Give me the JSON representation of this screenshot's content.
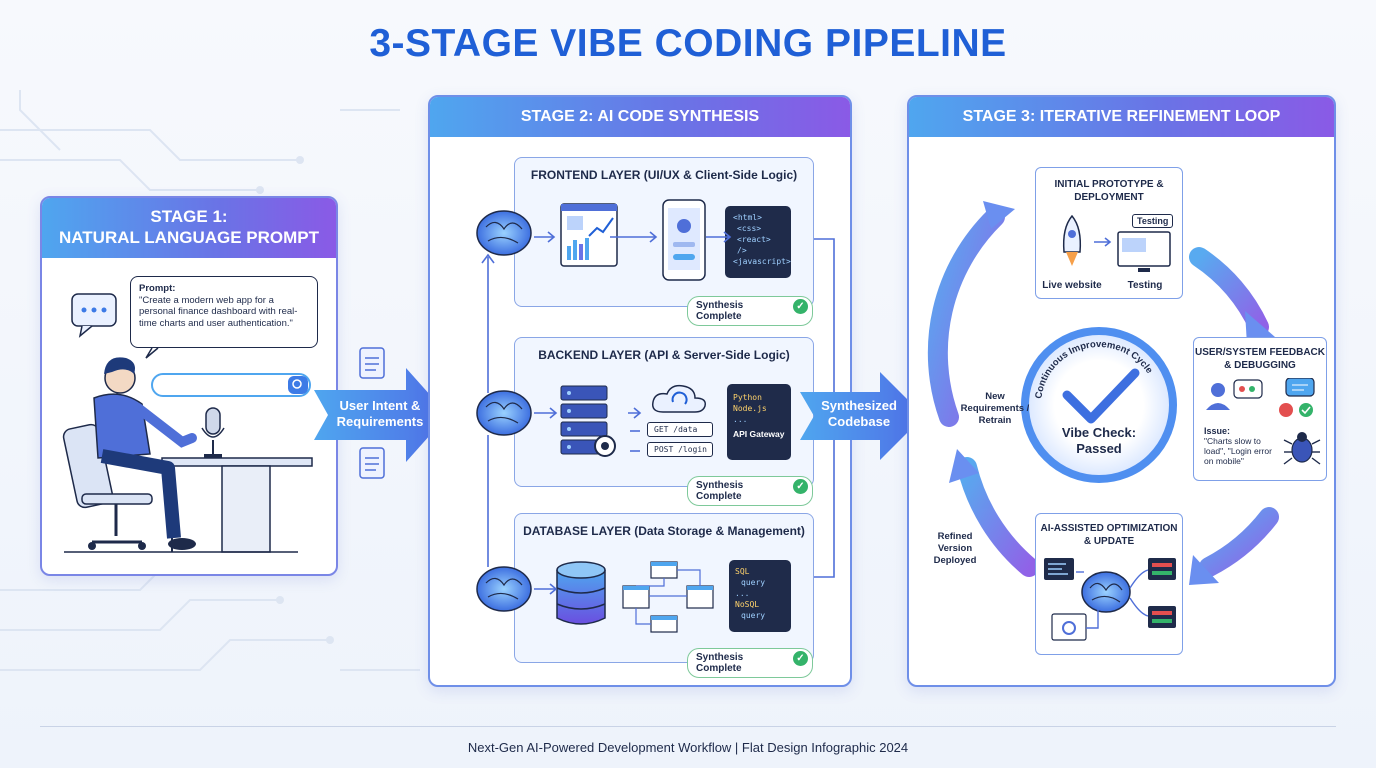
{
  "title": "3-STAGE VIBE CODING PIPELINE",
  "stage1": {
    "heading_line1": "STAGE 1:",
    "heading_line2": "NATURAL LANGUAGE PROMPT",
    "prompt_label": "Prompt:",
    "prompt_text": "\"Create a modern web app for a personal finance dashboard with real-time charts and user authentication.\""
  },
  "arrow1_label": "User Intent & Requirements",
  "stage2": {
    "heading": "STAGE 2: AI CODE SYNTHESIS",
    "frontend": {
      "title": "FRONTEND LAYER (UI/UX & Client-Side Logic)",
      "code": [
        "<html>",
        "<css>",
        "<react>",
        "/>",
        "<javascript>"
      ],
      "badge": "Synthesis Complete"
    },
    "backend": {
      "title": "BACKEND LAYER (API & Server-Side Logic)",
      "endpoints": [
        "GET /data",
        "POST /login"
      ],
      "code": [
        "Python",
        "Node.js",
        "...",
        "API Gateway"
      ],
      "badge": "Synthesis Complete"
    },
    "database": {
      "title": "DATABASE LAYER (Data Storage & Management)",
      "code": [
        "SQL",
        "query",
        "...",
        "NoSQL",
        "query",
        "..."
      ],
      "badge": "Synthesis Complete"
    }
  },
  "arrow2_label": "Synthesized Codebase",
  "stage3": {
    "heading": "STAGE 3: ITERATIVE REFINEMENT LOOP",
    "prototype": {
      "title": "INITIAL PROTOTYPE & DEPLOYMENT",
      "live": "Live website",
      "testing": "Testing",
      "testing_tag": "Testing"
    },
    "feedback": {
      "title": "USER/SYSTEM FEEDBACK & DEBUGGING",
      "issue_label": "Issue:",
      "issue_text": "\"Charts slow to load\", \"Login error on mobile\""
    },
    "optimization": {
      "title": "AI-ASSISTED OPTIMIZATION & UPDATE"
    },
    "center": {
      "ring_text": "Continuous Improvement Cycle",
      "check_label": "Vibe Check: Passed"
    },
    "new_req": "New Requirements / Retrain",
    "refined": "Refined Version Deployed"
  },
  "footer": "Next-Gen AI-Powered Development Workflow | Flat Design Infographic 2024",
  "colors": {
    "accent_blue": "#1f5fd6",
    "accent_purple": "#8a5ae6",
    "success": "#34b36a"
  }
}
